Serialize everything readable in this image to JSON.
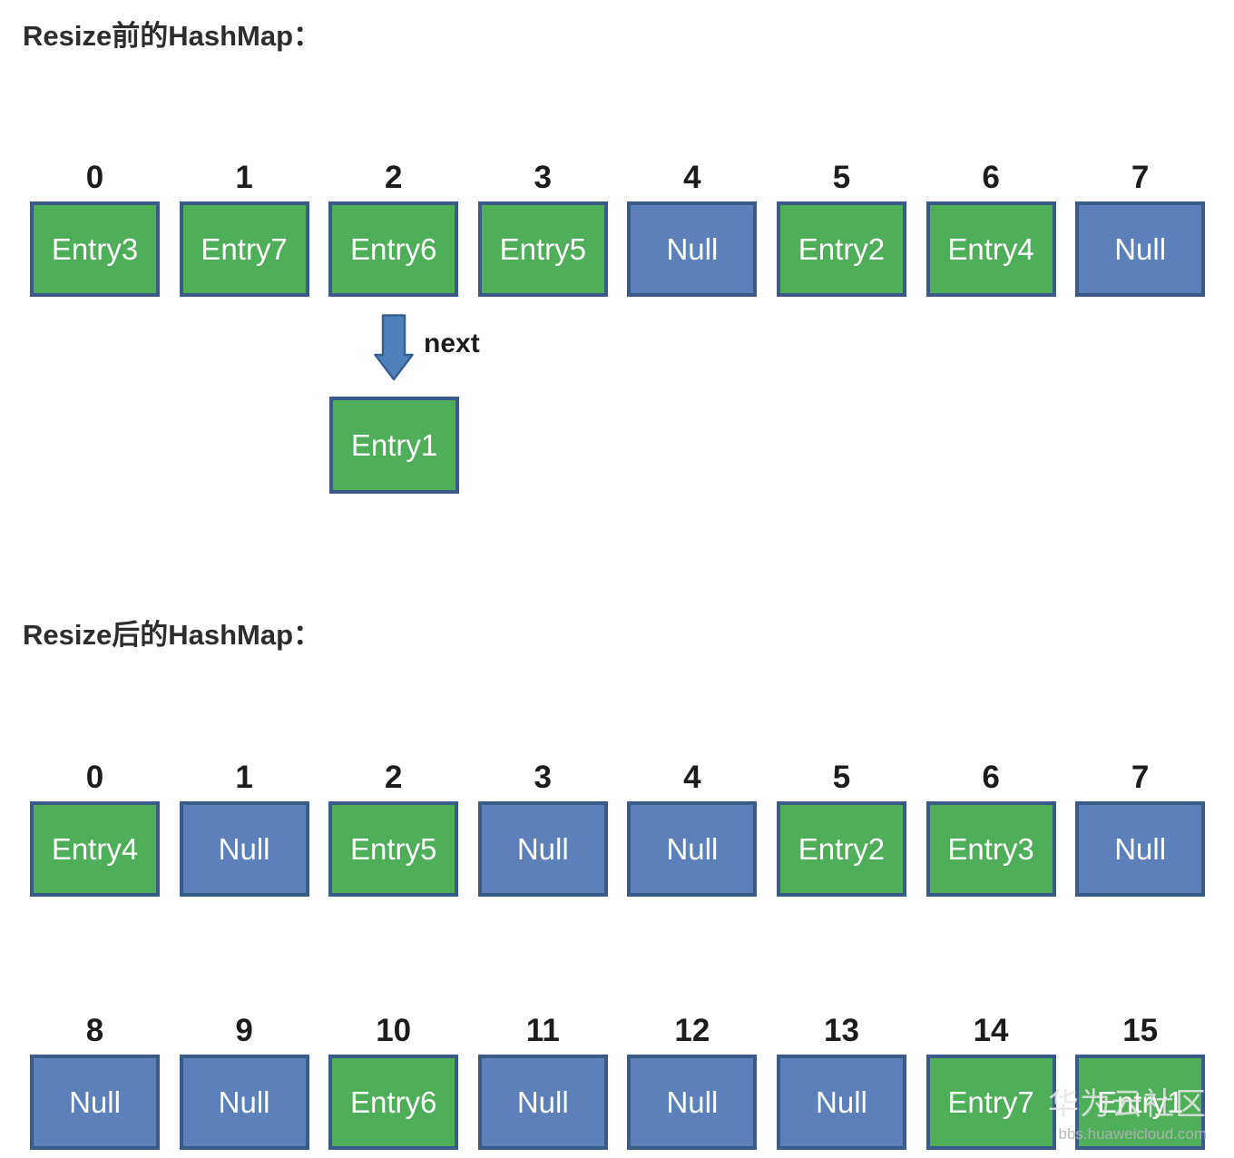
{
  "colors": {
    "entry_fill": "#4fae58",
    "null_fill": "#5c80b9",
    "box_border": "#3a5a88",
    "arrow_fill": "#4f81bd",
    "arrow_border": "#36608f",
    "title_color": "#2d2d2d"
  },
  "section_before": {
    "title": "Resize前的HashMap：",
    "row": {
      "indices": [
        "0",
        "1",
        "2",
        "3",
        "4",
        "5",
        "6",
        "7"
      ],
      "cells": [
        {
          "label": "Entry3",
          "type": "entry"
        },
        {
          "label": "Entry7",
          "type": "entry"
        },
        {
          "label": "Entry6",
          "type": "entry"
        },
        {
          "label": "Entry5",
          "type": "entry"
        },
        {
          "label": "Null",
          "type": "null"
        },
        {
          "label": "Entry2",
          "type": "entry"
        },
        {
          "label": "Entry4",
          "type": "entry"
        },
        {
          "label": "Null",
          "type": "null"
        }
      ]
    },
    "chain": {
      "arrow_label": "next",
      "attached_index": "2",
      "node": {
        "label": "Entry1",
        "type": "entry"
      }
    }
  },
  "section_after": {
    "title": "Resize后的HashMap：",
    "rows": [
      {
        "indices": [
          "0",
          "1",
          "2",
          "3",
          "4",
          "5",
          "6",
          "7"
        ],
        "cells": [
          {
            "label": "Entry4",
            "type": "entry"
          },
          {
            "label": "Null",
            "type": "null"
          },
          {
            "label": "Entry5",
            "type": "entry"
          },
          {
            "label": "Null",
            "type": "null"
          },
          {
            "label": "Null",
            "type": "null"
          },
          {
            "label": "Entry2",
            "type": "entry"
          },
          {
            "label": "Entry3",
            "type": "entry"
          },
          {
            "label": "Null",
            "type": "null"
          }
        ]
      },
      {
        "indices": [
          "8",
          "9",
          "10",
          "11",
          "12",
          "13",
          "14",
          "15"
        ],
        "cells": [
          {
            "label": "Null",
            "type": "null"
          },
          {
            "label": "Null",
            "type": "null"
          },
          {
            "label": "Entry6",
            "type": "entry"
          },
          {
            "label": "Null",
            "type": "null"
          },
          {
            "label": "Null",
            "type": "null"
          },
          {
            "label": "Null",
            "type": "null"
          },
          {
            "label": "Entry7",
            "type": "entry"
          },
          {
            "label": "Entry1",
            "type": "entry"
          }
        ]
      }
    ]
  },
  "watermark": {
    "line1": "华为云社区",
    "line2": "bbs.huaweicloud.com"
  }
}
